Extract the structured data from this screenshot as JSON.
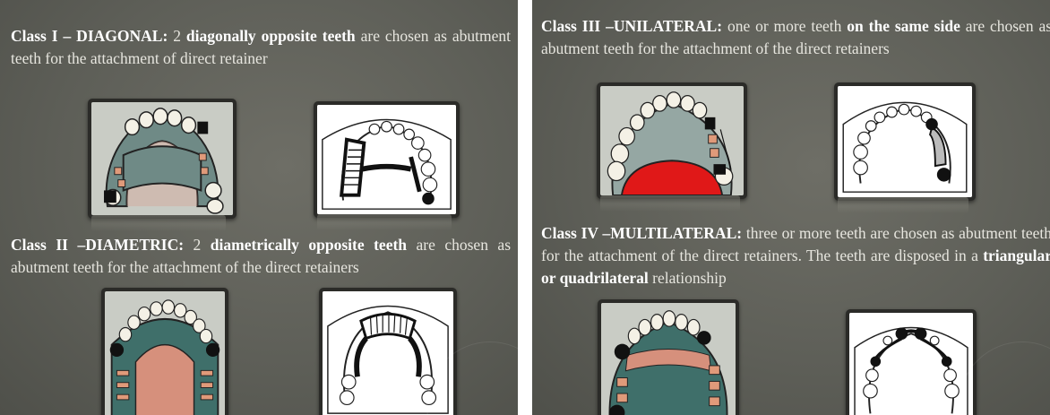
{
  "slides": [
    {
      "sections": [
        {
          "title": "Class I – DIAGONAL:",
          "pre": "2",
          "emph": "diagonally opposite teeth",
          "rest": "are chosen as abutment teeth for the attachment of direct retainer"
        },
        {
          "title": "Class II –DIAMETRIC:",
          "pre": "2",
          "emph": "diametrically opposite teeth",
          "rest": "are chosen as abutment teeth for the attachment of the direct retainers"
        }
      ]
    },
    {
      "sections": [
        {
          "title": "Class III –UNILATERAL:",
          "pre": "one or more teeth",
          "emph": "on the same side",
          "rest": "are chosen as abutment teeth for the attachment of the direct retainers"
        },
        {
          "title": "Class IV –MULTILATERAL:",
          "pre": "three or more teeth are chosen as abutment teeth for the attachment of the direct retainers. The teeth are disposed in a",
          "emph": "triangular or quadrilateral",
          "rest": "relationship"
        }
      ]
    }
  ],
  "colors": {
    "slide_bg": "#5e5f58",
    "text": "#e7e6df",
    "emphasis": "#ffffff",
    "gum_pink": "#d99585",
    "acrylic_red": "#e01818",
    "base_green": "#6f8a86"
  }
}
